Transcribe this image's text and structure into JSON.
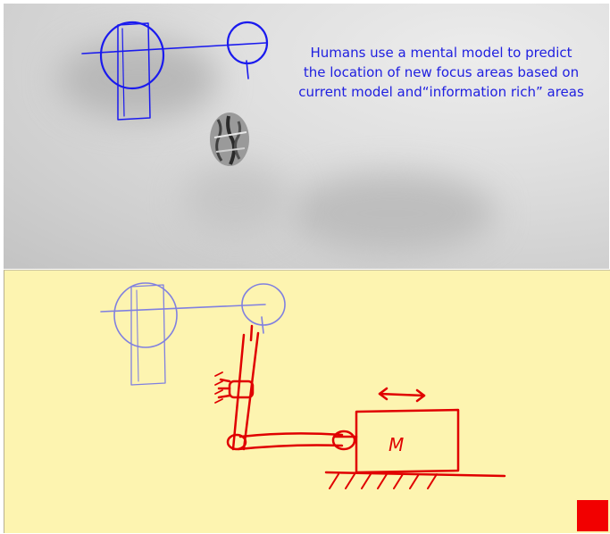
{
  "caption": {
    "line1": "Humans use a mental model to predict",
    "line2": "the location of new focus areas based on",
    "line3": "current model and“information rich” areas"
  },
  "mass_label": "M",
  "colors": {
    "caption": "#2020e0",
    "blue_sketch": "#1a1aee",
    "faded_sketch": "#8080e0",
    "red_sketch": "#e00000",
    "note_background": "#fdf4b0",
    "corner_square": "#f20000"
  }
}
